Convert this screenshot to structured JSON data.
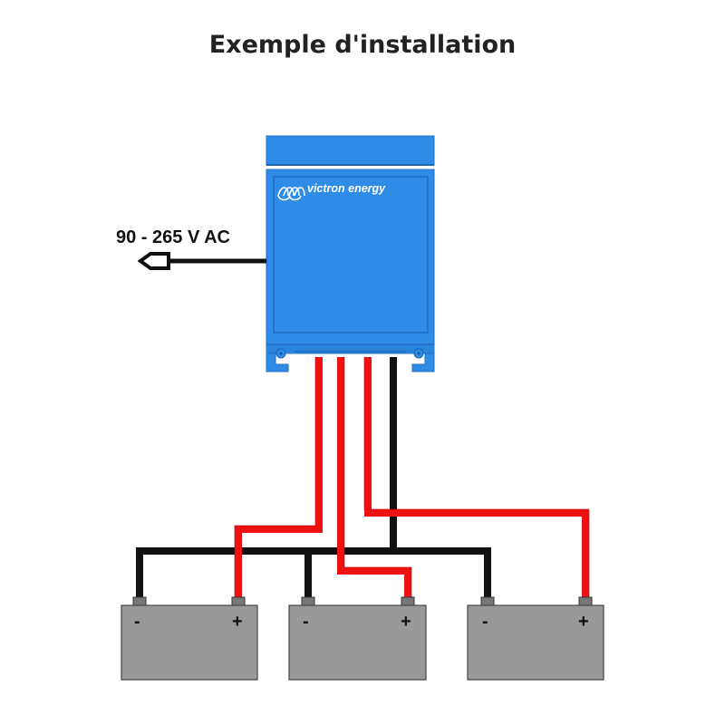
{
  "title": "Exemple d'installation",
  "charger": {
    "brand": "victron energy",
    "body_color": "#2f8ce6",
    "logo": "victron-logo-icon"
  },
  "input": {
    "label": "90 - 265 V AC",
    "plug_icon": "ac-plug-icon"
  },
  "batteries": [
    {
      "neg_label": "-",
      "pos_label": "+"
    },
    {
      "neg_label": "-",
      "pos_label": "+"
    },
    {
      "neg_label": "-",
      "pos_label": "+"
    }
  ],
  "colors": {
    "positive_wire": "#ee1111",
    "negative_wire": "#111111",
    "battery": "#999999"
  }
}
